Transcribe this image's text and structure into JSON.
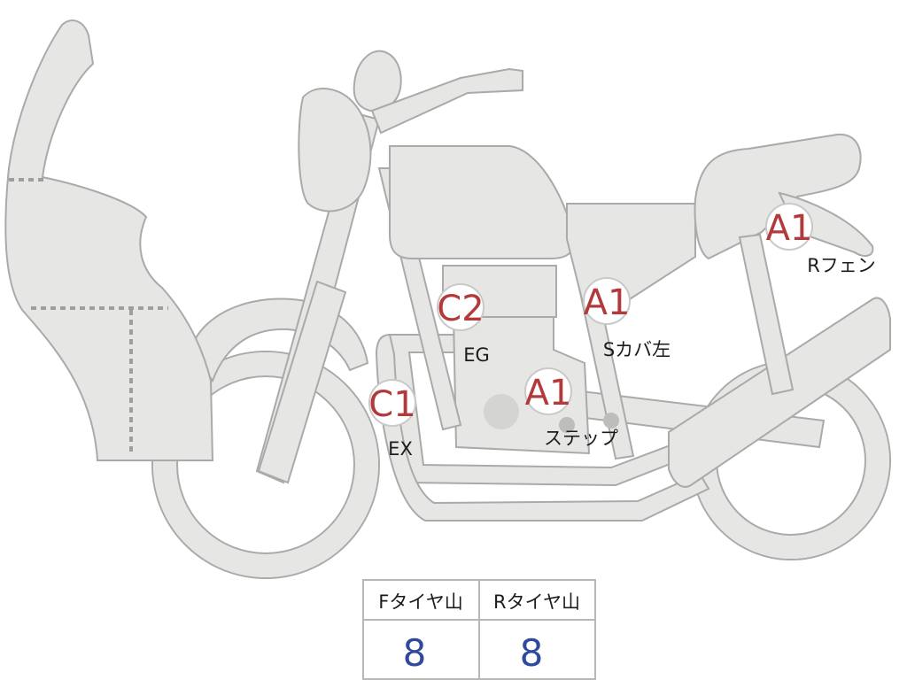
{
  "damage_points": [
    {
      "id": "ex",
      "grade": "C1",
      "label": "EX"
    },
    {
      "id": "eg",
      "grade": "C2",
      "label": "EG"
    },
    {
      "id": "step",
      "grade": "A1",
      "label": "ステップ"
    },
    {
      "id": "side-cover-left",
      "grade": "A1",
      "label": "Sカバ左"
    },
    {
      "id": "rear-fender",
      "grade": "A1",
      "label": "Rフェン"
    }
  ],
  "tire_table": {
    "headers": [
      "Fタイヤ山",
      "Rタイヤ山"
    ],
    "values": [
      "8",
      "8"
    ]
  },
  "colors": {
    "grade_text": "#b23a3a",
    "tire_value_text": "#2f4a9a",
    "body_fill": "#e6e6e4"
  }
}
